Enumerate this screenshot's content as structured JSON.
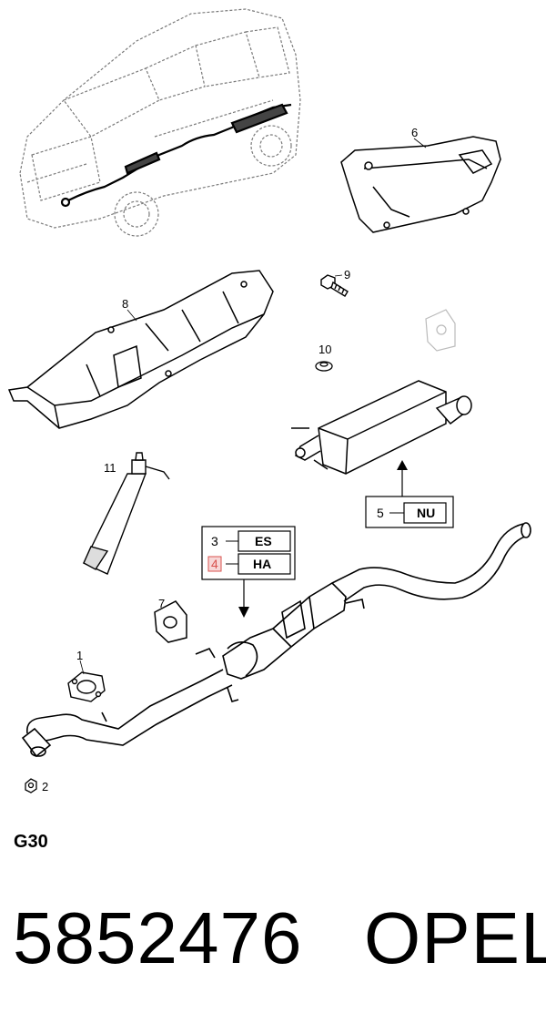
{
  "callouts": {
    "c1": "1",
    "c2": "2",
    "c6": "6",
    "c7": "7",
    "c8": "8",
    "c9": "9",
    "c10": "10",
    "c11": "11"
  },
  "legend_boxes": {
    "box_es": {
      "index": "3",
      "code": "ES"
    },
    "box_ha": {
      "index": "4",
      "code": "HA"
    },
    "box_nu": {
      "index": "5",
      "code": "NU"
    }
  },
  "section_code": "G30",
  "part_number": "5852476",
  "brand": "OPEL",
  "colors": {
    "line": "#000000",
    "highlight_index": "#d9534f",
    "highlight_bg": "#f7d7d7",
    "vehicle_dashed": "#7a7a7a"
  }
}
